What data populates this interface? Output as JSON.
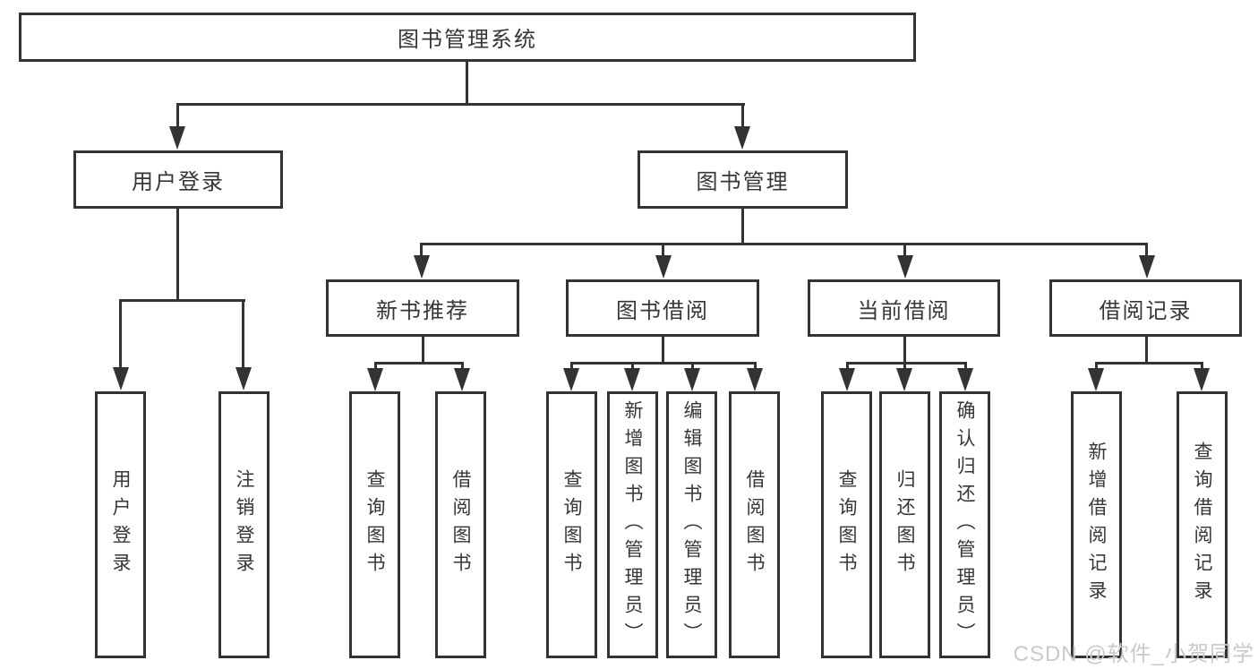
{
  "tree": {
    "root": {
      "label": "图书管理系统"
    },
    "branches": [
      {
        "label": "用户登录",
        "children": [
          "用户登录",
          "注销登录"
        ]
      },
      {
        "label": "图书管理",
        "sections": [
          {
            "label": "新书推荐",
            "children": [
              "查询图书",
              "借阅图书"
            ]
          },
          {
            "label": "图书借阅",
            "children": [
              "查询图书",
              "新增图书（管理员）",
              "编辑图书（管理员）",
              "借阅图书"
            ]
          },
          {
            "label": "当前借阅",
            "children": [
              "查询图书",
              "归还图书",
              "确认归还（管理员）"
            ]
          },
          {
            "label": "借阅记录",
            "children": [
              "新增借阅记录",
              "查询借阅记录"
            ]
          }
        ]
      }
    ]
  },
  "watermark": "CSDN @软件_小贺同学",
  "colors": {
    "line": "#333333",
    "text": "#363636",
    "watermark": "#cacaca",
    "background": "#ffffff"
  }
}
